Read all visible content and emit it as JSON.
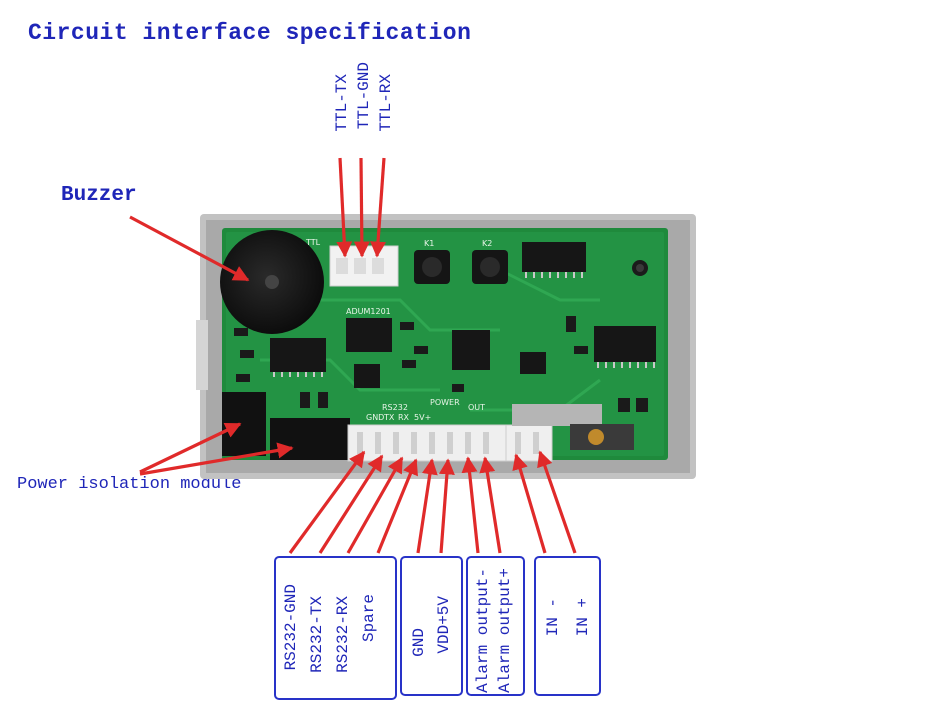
{
  "title": "Circuit interface specification",
  "labels": {
    "buzzer": "Buzzer",
    "power_isolation": "Power isolation module"
  },
  "ttl_pins": [
    "TTL-TX",
    "TTL-GND",
    "TTL-RX"
  ],
  "groups": [
    {
      "id": "rs232",
      "pins": [
        "RS232-GND",
        "RS232-TX",
        "RS232-RX",
        "Spare"
      ]
    },
    {
      "id": "power",
      "pins": [
        "GND",
        "VDD+5V"
      ]
    },
    {
      "id": "alarm",
      "pins": [
        "Alarm output-",
        "Alarm output+"
      ]
    },
    {
      "id": "input",
      "pins": [
        "IN -",
        "IN +"
      ]
    }
  ],
  "board": {
    "silkscreen": {
      "ttl": "TTL",
      "k1": "K1",
      "k2": "K2",
      "chip": "ADUM1201",
      "rs232": "RS232",
      "power": "POWER",
      "out": "OUT",
      "gnd": "GND",
      "tx": "TX",
      "rx": "RX",
      "five_v": "5V+"
    }
  },
  "colors": {
    "text": "#1f26b8",
    "box": "#2833c8",
    "arrow": "#e02a2a",
    "pcb": "#1f8a3c",
    "case": "#b9b9b9"
  }
}
